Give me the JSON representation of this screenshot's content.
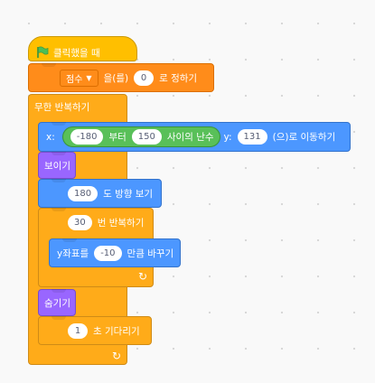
{
  "event": {
    "flag_icon": "green-flag-icon",
    "label": "클릭했을 때"
  },
  "set_var": {
    "var_name": "점수",
    "mid_text": "을(를)",
    "value": "0",
    "end_text": "로 정하기"
  },
  "forever": {
    "label": "무한 반복하기"
  },
  "goto": {
    "x_label": "x:",
    "rand_from": "-180",
    "rand_mid": "부터",
    "rand_to": "150",
    "rand_end": "사이의 난수",
    "y_label": "y:",
    "y_value": "131",
    "end_text": "(으)로 이동하기"
  },
  "show": {
    "label": "보이기"
  },
  "point": {
    "value": "180",
    "label": "도 방향 보기"
  },
  "repeat": {
    "value": "30",
    "label": "번 반복하기"
  },
  "change_y": {
    "prefix": "y좌표를",
    "value": "-10",
    "label": "만큼 바꾸기"
  },
  "hide": {
    "label": "숨기기"
  },
  "wait": {
    "value": "1",
    "label": "초 기다리기"
  },
  "icons": {
    "loop_arrow": "loop-arrow-icon",
    "dropdown": "dropdown-caret-icon"
  }
}
